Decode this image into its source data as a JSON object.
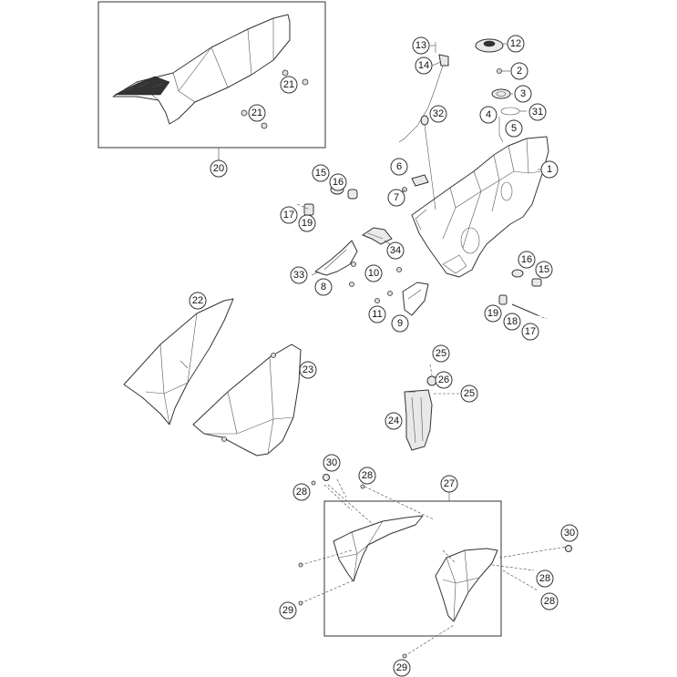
{
  "callouts": {
    "c1": "1",
    "c2": "2",
    "c3": "3",
    "c4": "4",
    "c5": "5",
    "c6": "6",
    "c7": "7",
    "c8": "8",
    "c9": "9",
    "c10": "10",
    "c11": "11",
    "c12": "12",
    "c13": "13",
    "c14": "14",
    "c15a": "15",
    "c15b": "15",
    "c16a": "16",
    "c16b": "16",
    "c17a": "17",
    "c17b": "17",
    "c18": "18",
    "c19a": "19",
    "c19b": "19",
    "c20": "20",
    "c21a": "21",
    "c21b": "21",
    "c22": "22",
    "c23": "23",
    "c24": "24",
    "c25a": "25",
    "c25b": "25",
    "c26": "26",
    "c27": "27",
    "c28a": "28",
    "c28b": "28",
    "c28c": "28",
    "c28d": "28",
    "c29a": "29",
    "c29b": "29",
    "c30a": "30",
    "c30b": "30",
    "c31": "31",
    "c32": "32",
    "c33": "33",
    "c34": "34"
  }
}
